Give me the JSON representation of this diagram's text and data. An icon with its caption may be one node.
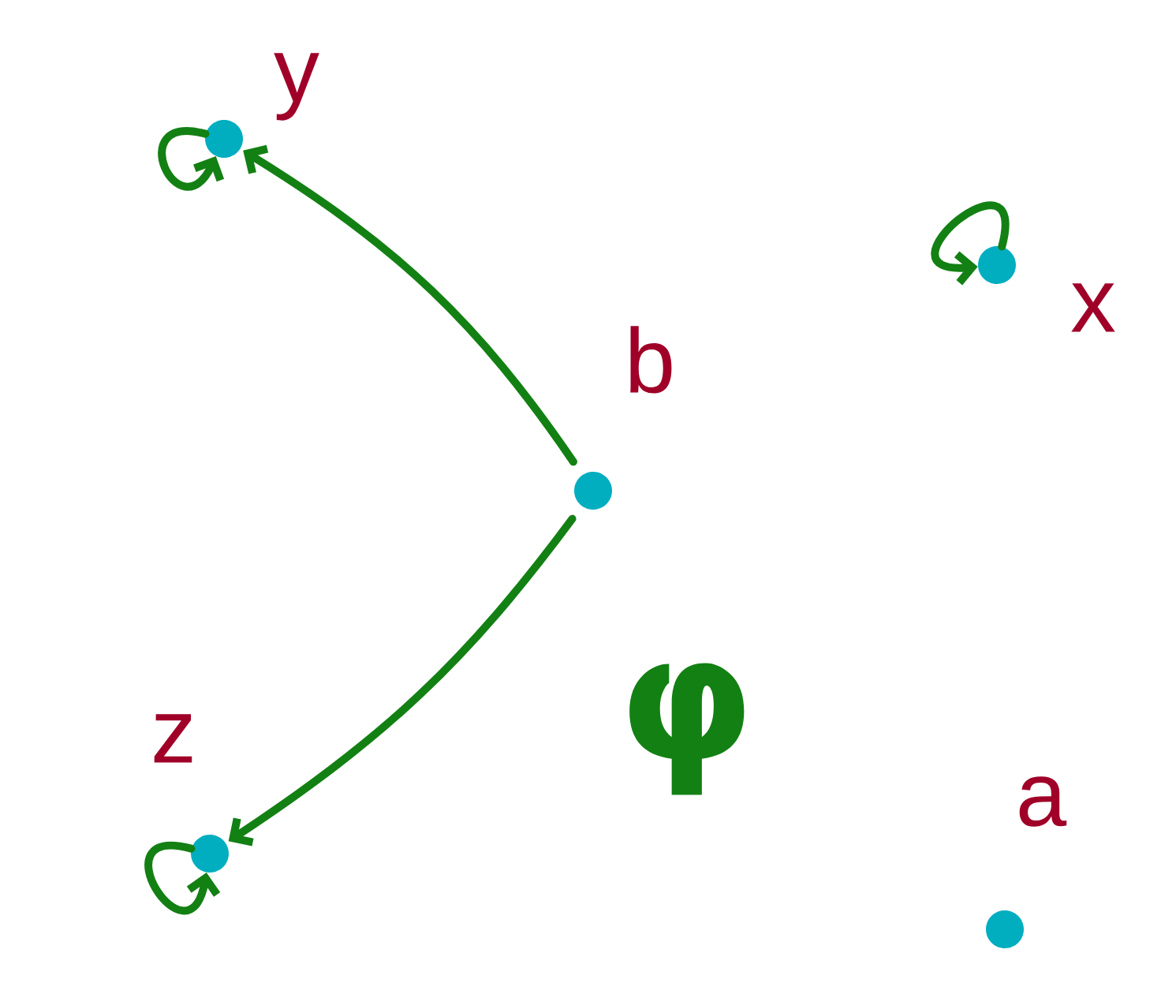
{
  "diagram": {
    "nodes": [
      {
        "text": [
          "y"
        ]
      },
      {
        "text": [
          "x"
        ]
      },
      {
        "text": [
          "b"
        ]
      },
      {
        "text": [
          "z"
        ]
      },
      {
        "text": [
          "a"
        ]
      }
    ],
    "edges": [
      {
        "from": 0,
        "to": 0,
        "arrow": "to"
      },
      {
        "from": 1,
        "to": 1,
        "arrow": "to"
      },
      {
        "from": 2,
        "to": 0,
        "arrow": "to"
      },
      {
        "from": 2,
        "to": 3,
        "arrow": "to"
      },
      {
        "from": 3,
        "to": 3,
        "arrow": "to"
      }
    ],
    "labels": [
      "φ"
    ]
  }
}
